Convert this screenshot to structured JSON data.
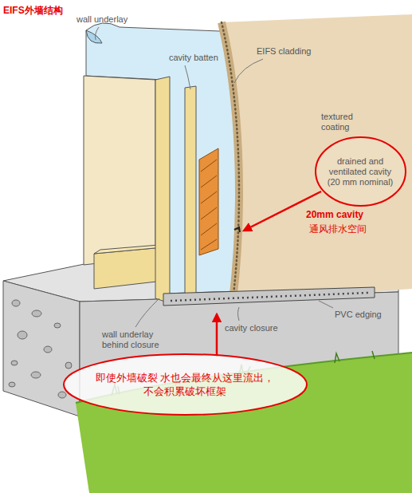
{
  "diagram": {
    "title": "EIFS外墙结构",
    "nodes": [
      {
        "text": [
          "drained and ventilated cavity (20 mm nominal)"
        ]
      },
      {
        "text": [
          "即使外墙破裂 水也会最终从这里流出，不会积累破坏框架"
        ]
      }
    ],
    "labels": [
      "wall underlay",
      "cavity batten",
      "EIFS cladding",
      "textured coating",
      "20mm cavity",
      "通风排水空间",
      "PVC edging",
      "cavity closure",
      "wall underlay behind closure"
    ]
  }
}
